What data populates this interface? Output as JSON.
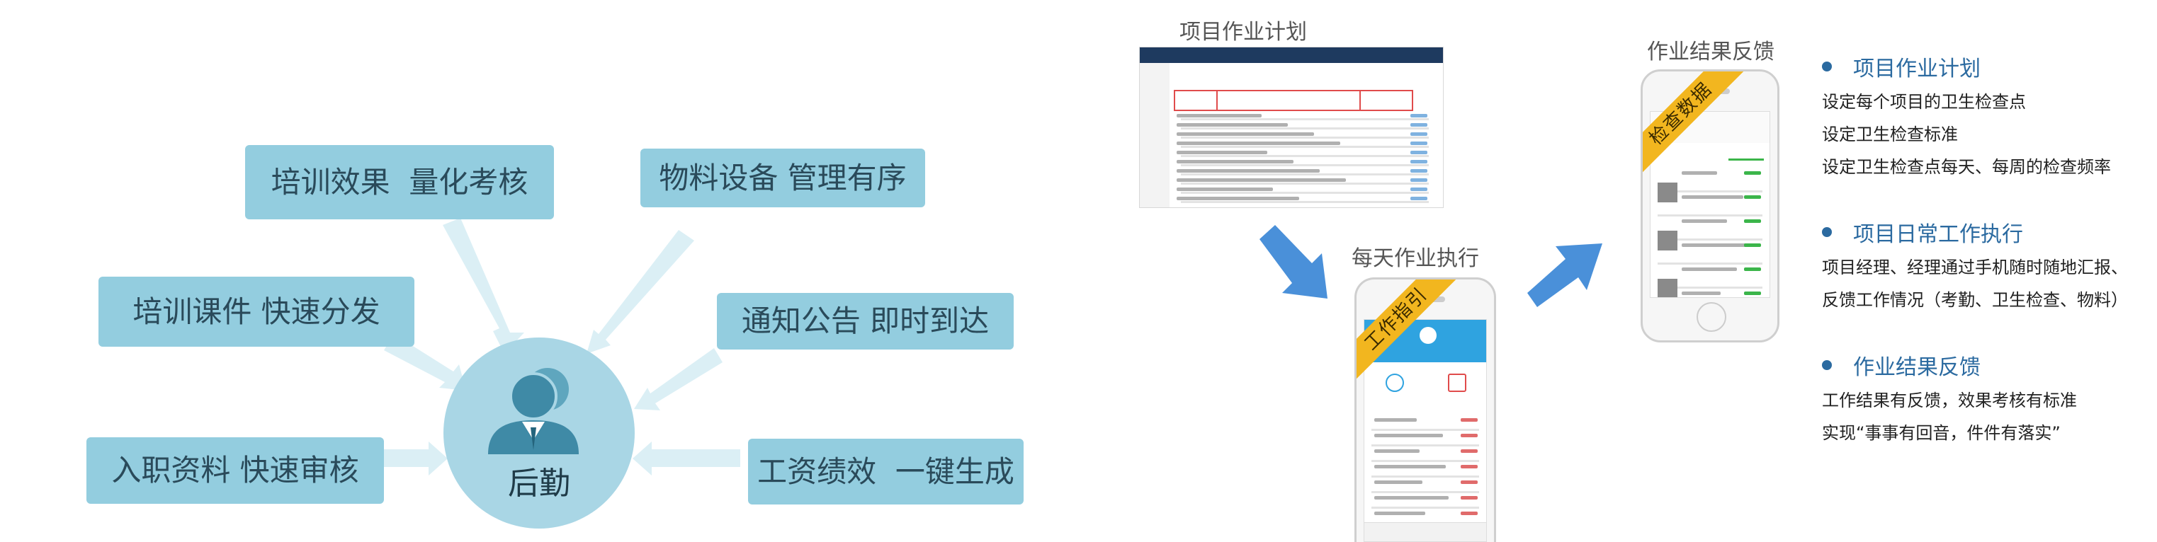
{
  "hub": {
    "label": "后勤",
    "features": [
      "培训效果  量化考核",
      "物料设备 管理有序",
      "培训课件 快速分发",
      "通知公告 即时到达",
      "入职资料 快速审核",
      "工资绩效  一键生成"
    ]
  },
  "flow": {
    "step1_title": "项目作业计划",
    "step2_title": "每天作业执行",
    "step3_title": "作业结果反馈",
    "step2_ribbon": "工作指引",
    "step3_ribbon": "检查数据"
  },
  "legend": [
    {
      "heading": "项目作业计划",
      "lines": [
        "设定每个项目的卫生检查点",
        "设定卫生检查标准",
        "设定卫生检查点每天、每周的检查频率"
      ]
    },
    {
      "heading": "项目日常工作执行",
      "lines": [
        "项目经理、经理通过手机随时随地汇报、",
        "反馈工作情况（考勤、卫生检查、物料）"
      ]
    },
    {
      "heading": "作业结果反馈",
      "lines": [
        "工作结果有反馈，效果考核有标准",
        "实现“事事有回音，件件有落实”"
      ]
    }
  ],
  "colors": {
    "box": "#93cddf",
    "hub": "#a9d6e5",
    "flow_arrow": "#4a90d9",
    "ribbon": "#f2b61f",
    "legend_heading": "#2b6aa0"
  }
}
